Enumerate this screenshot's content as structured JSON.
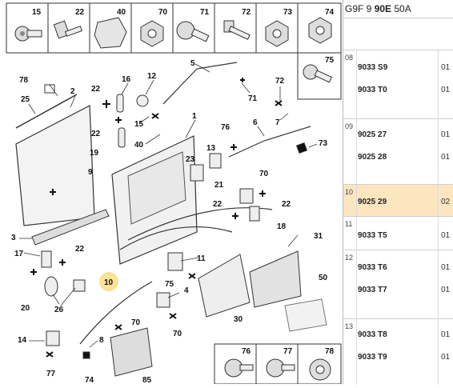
{
  "header": {
    "prefix": "G9F 9 ",
    "bold": "90E",
    "suffix": " 50A"
  },
  "groups": [
    {
      "num": "08",
      "parts": [
        {
          "ref": "9033 S9",
          "qty": "01"
        },
        {
          "ref": "9033 T0",
          "qty": "01"
        }
      ]
    },
    {
      "num": "09",
      "parts": [
        {
          "ref": "9025 27",
          "qty": "01"
        },
        {
          "ref": "9025 28",
          "qty": "01"
        }
      ]
    },
    {
      "num": "10",
      "parts": [
        {
          "ref": "9025 29",
          "qty": "02"
        }
      ]
    },
    {
      "num": "11",
      "parts": [
        {
          "ref": "9033 T5",
          "qty": "01"
        }
      ]
    },
    {
      "num": "12",
      "parts": [
        {
          "ref": "9033 T6",
          "qty": "01"
        },
        {
          "ref": "9033 T7",
          "qty": "01"
        }
      ]
    },
    {
      "num": "13",
      "parts": [
        {
          "ref": "9033 T8",
          "qty": "01"
        },
        {
          "ref": "9033 T9",
          "qty": "01"
        }
      ]
    }
  ],
  "fastener_box_top": [
    "15",
    "22",
    "40",
    "70",
    "71",
    "72",
    "73",
    "74"
  ],
  "fastener_box_side": [
    "75"
  ],
  "fastener_box_bottom": [
    "76",
    "77",
    "78"
  ],
  "callouts": [
    "78",
    "2",
    "25",
    "22",
    "16",
    "12",
    "5",
    "72",
    "71",
    "15",
    "40",
    "1",
    "76",
    "6",
    "7",
    "73",
    "3",
    "23",
    "13",
    "70",
    "9",
    "21",
    "22",
    "18",
    "17",
    "22",
    "31",
    "22",
    "11",
    "75",
    "4",
    "20",
    "26",
    "10",
    "30",
    "50",
    "14",
    "8",
    "70",
    "70",
    "77",
    "74",
    "85",
    "22",
    "19"
  ],
  "highlight_callout": "10",
  "highlight_row": "10"
}
